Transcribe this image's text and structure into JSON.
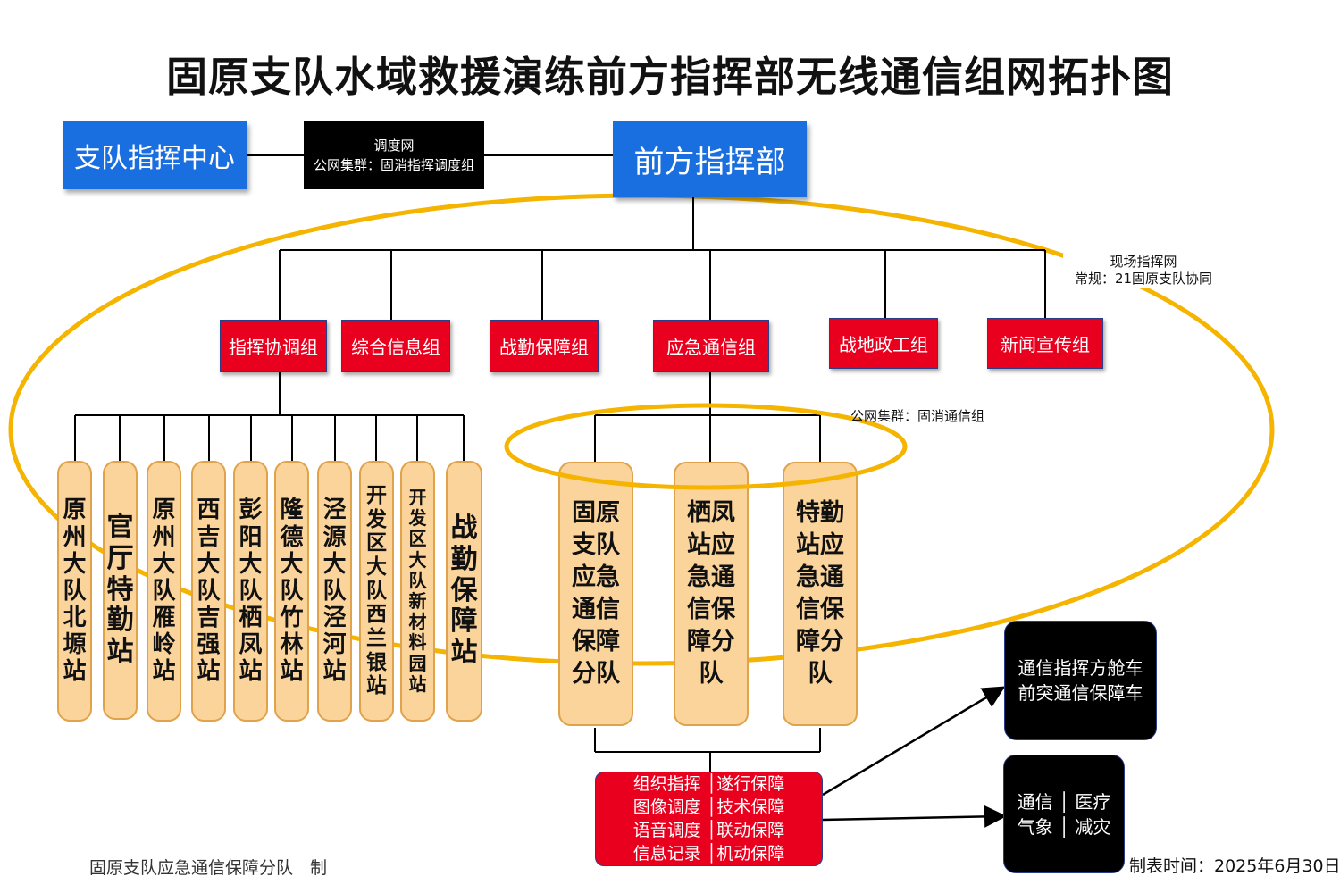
{
  "title": "固原支队水域救援演练前方指挥部无线通信组网拓扑图",
  "hq_left": "支队指挥中心",
  "link_box": {
    "line1": "调度网",
    "line2": "公网集群：固消指挥调度组"
  },
  "hq_front": "前方指挥部",
  "site_net": {
    "line1": "现场指挥网",
    "line2": "常规：21固原支队协同"
  },
  "groups": [
    "指挥协调组",
    "综合信息组",
    "战勤保障组",
    "应急通信组",
    "战地政工组",
    "新闻宣传组"
  ],
  "stations": [
    "原州大队北塬站",
    "官厅特勤站",
    "原州大队雁岭站",
    "西吉大队吉强站",
    "彭阳大队栖凤站",
    "隆德大队竹林站",
    "泾源大队泾河站",
    "开发区大队西兰银站",
    "开发区大队新材料园站",
    "战勤保障站"
  ],
  "comm_net": "公网集群：固消通信组",
  "comm_teams": [
    "固原支队应急通信保障分队",
    "栖凤站应急通信保障分队",
    "特勤站应急通信保障分队"
  ],
  "functions": [
    "组织指挥",
    "遂行保障",
    "图像调度",
    "技术保障",
    "语音调度",
    "联动保障",
    "信息记录",
    "机动保障"
  ],
  "vehicles": [
    "通信指挥方舱车",
    "前突通信保障车"
  ],
  "services": [
    "通信",
    "医疗",
    "气象",
    "减灾"
  ],
  "footer_left": "固原支队应急通信保障分队　制",
  "footer_right": "制表时间：2025年6月30日",
  "colors": {
    "blue": "#1a6fe0",
    "red": "#e8001e",
    "ring": "#f5b400",
    "pill": "#fbd49c"
  }
}
